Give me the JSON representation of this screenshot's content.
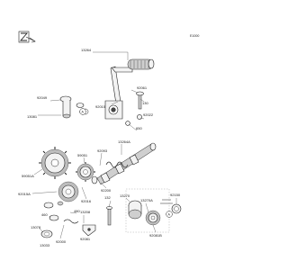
{
  "diagram_code": "E1000",
  "parts": {
    "kick_pedal": "13264",
    "rubber_grip": "92061",
    "bolt_top": "130",
    "pivot_bolt": "92022",
    "washer": "92049",
    "shaft_collar": "13081",
    "clip_a": "92015",
    "small_bolt": "650",
    "idle_gear": "59051A",
    "spring_washer": "92093",
    "kick_gear": "59051",
    "ratchet": "92200",
    "seal": "92016",
    "left_collar": "92015A",
    "left_spring": "13078",
    "ring_460": "460",
    "ring_480": "480",
    "bushing": "92000",
    "guide_13033": "13033",
    "kick_shaft": "13264A",
    "stopper": "13270",
    "right_seal": "92150",
    "small_plate": "13208",
    "pin_132": "132",
    "right_spring": "13270A",
    "right_gear": "92081B",
    "bottom_collar": "92081"
  },
  "callout_letter": "A"
}
